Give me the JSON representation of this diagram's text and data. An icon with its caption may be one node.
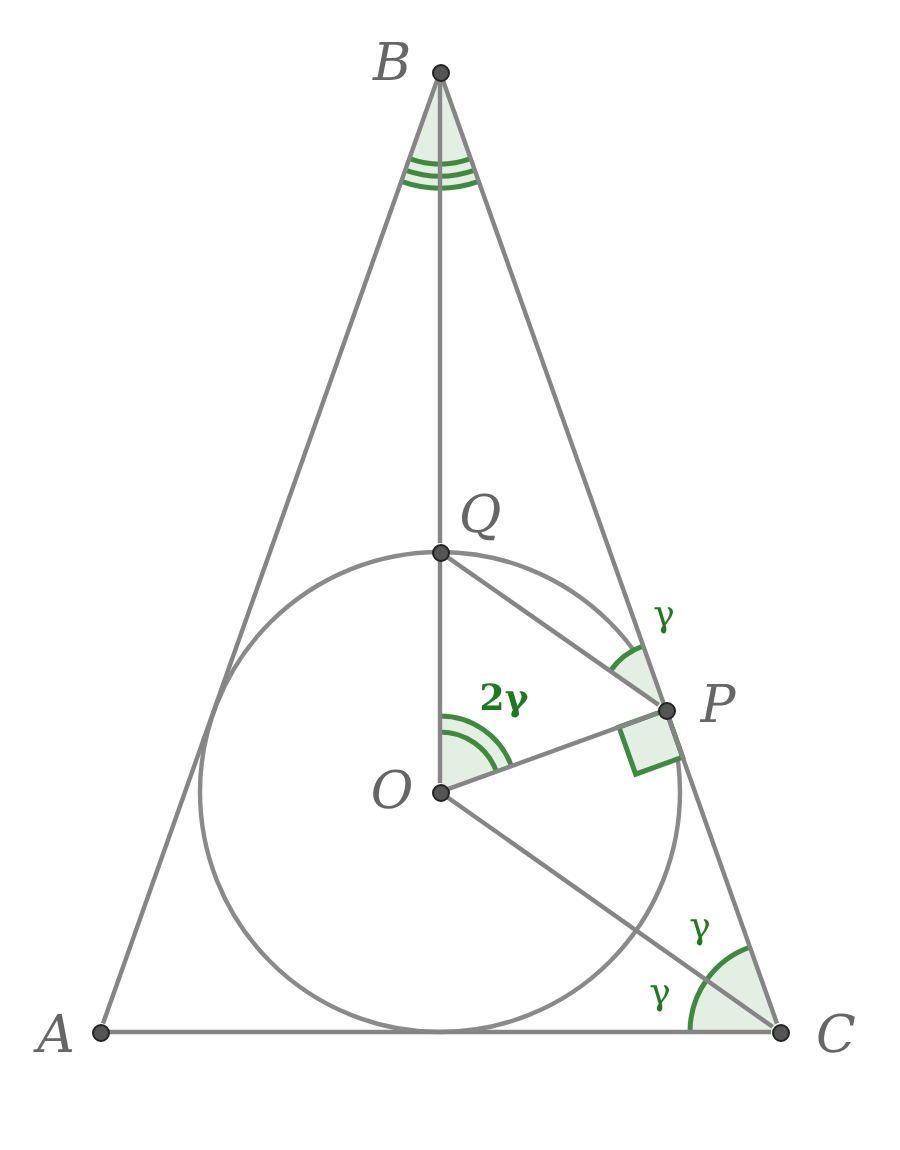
{
  "diagram": {
    "nodes": [
      {
        "text": [],
        "shape": "circle",
        "beside": [
          "B"
        ]
      },
      {
        "text": [],
        "shape": "circle",
        "beside": [
          "Q"
        ]
      },
      {
        "text": [],
        "shape": "circle",
        "beside": [
          "P"
        ]
      },
      {
        "text": [],
        "shape": "circle",
        "beside": [
          "O"
        ]
      },
      {
        "text": [],
        "shape": "circle",
        "beside": [
          "A"
        ]
      },
      {
        "text": [],
        "shape": "circle",
        "beside": [
          "C"
        ]
      }
    ],
    "edges": [
      {
        "from": 0,
        "to": 4,
        "arrow": "none"
      },
      {
        "from": 0,
        "to": 5,
        "arrow": "none"
      },
      {
        "from": 4,
        "to": 5,
        "arrow": "none"
      },
      {
        "from": 0,
        "to": 1,
        "arrow": "none"
      },
      {
        "from": 1,
        "to": 3,
        "arrow": "none"
      },
      {
        "from": 1,
        "to": 2,
        "arrow": "none"
      },
      {
        "from": 3,
        "to": 2,
        "arrow": "none"
      },
      {
        "from": 3,
        "to": 5,
        "arrow": "none"
      }
    ],
    "labels": [
      "γ",
      "2γ",
      "γ",
      "γ"
    ]
  }
}
